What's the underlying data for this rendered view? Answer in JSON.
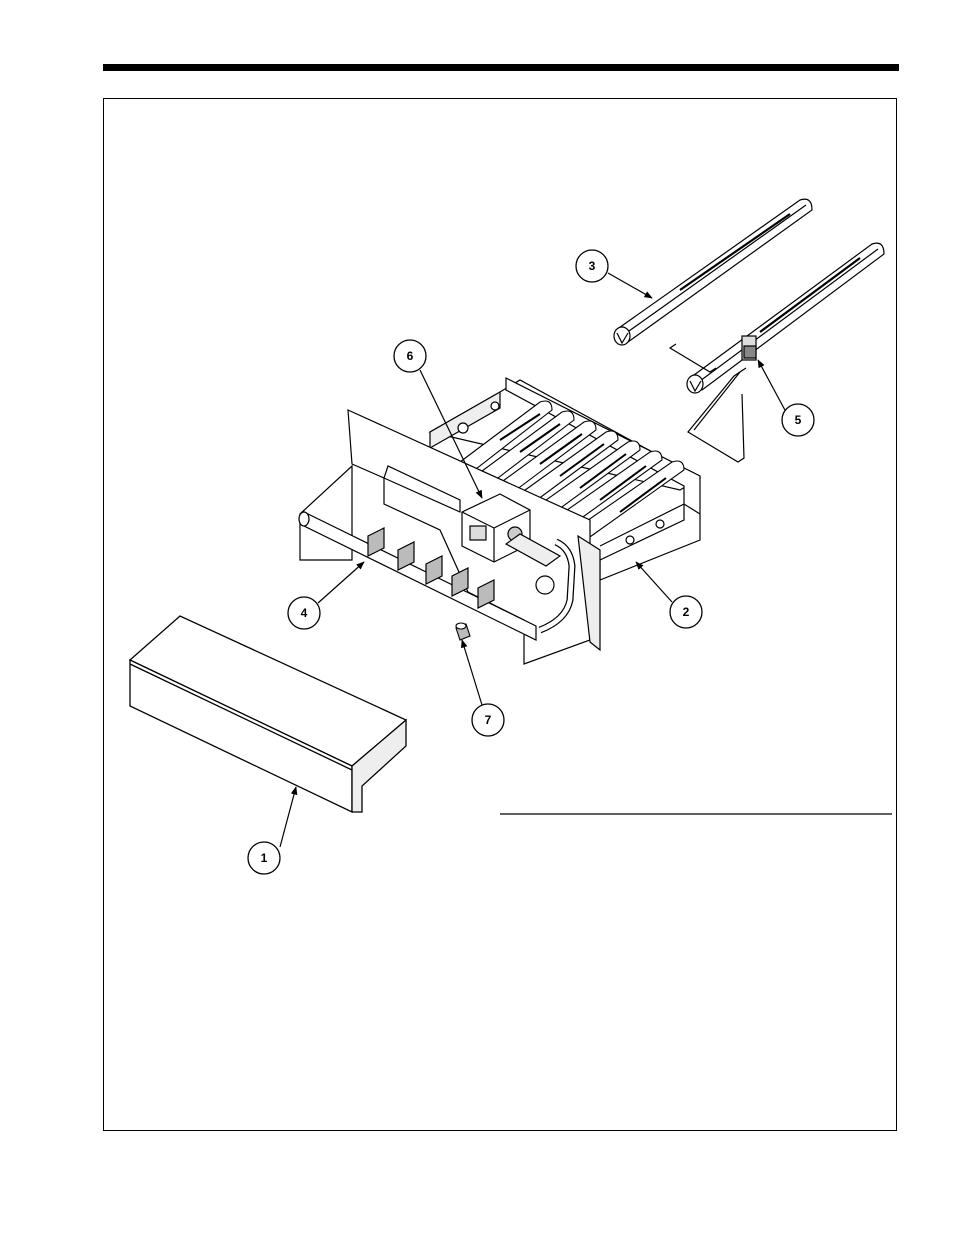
{
  "callouts": [
    {
      "id": "callout-1",
      "label": "1"
    },
    {
      "id": "callout-2",
      "label": "2"
    },
    {
      "id": "callout-3",
      "label": "3"
    },
    {
      "id": "callout-4",
      "label": "4"
    },
    {
      "id": "callout-5",
      "label": "5"
    },
    {
      "id": "callout-6",
      "label": "6"
    },
    {
      "id": "callout-7",
      "label": "7"
    }
  ],
  "colors": {
    "line": "#000000",
    "paper": "#ffffff",
    "shade": "#e6e6e6",
    "dark": "#333333"
  }
}
